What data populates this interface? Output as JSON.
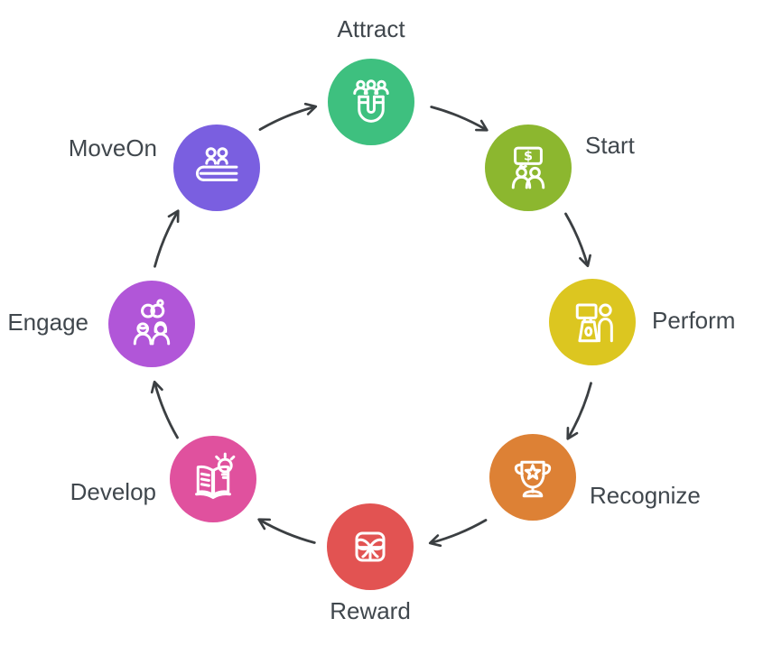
{
  "diagram": {
    "type": "cycle",
    "colors": {
      "background": "#ffffff",
      "arrow": "#3b3f42",
      "label": "#40474d",
      "icon": "#ffffff"
    },
    "nodes": [
      {
        "label": "Attract",
        "color": "#3ec07f",
        "icon": "magnet-audience-icon",
        "position": "top"
      },
      {
        "label": "Start",
        "color": "#8cb72f",
        "icon": "salary-chat-people-icon",
        "position": "top-right"
      },
      {
        "label": "Perform",
        "color": "#dcc620",
        "icon": "workstation-person-icon",
        "position": "right"
      },
      {
        "label": "Recognize",
        "color": "#dd8135",
        "icon": "trophy-star-icon",
        "position": "bottom-right"
      },
      {
        "label": "Reward",
        "color": "#e25352",
        "icon": "gift-box-bow-icon",
        "position": "bottom"
      },
      {
        "label": "Develop",
        "color": "#e0519e",
        "icon": "open-book-lightbulb-icon",
        "position": "bottom-left"
      },
      {
        "label": "Engage",
        "color": "#b156d8",
        "icon": "rings-couple-icon",
        "position": "left"
      },
      {
        "label": "MoveOn",
        "color": "#7a5fe0",
        "icon": "people-exit-belt-icon",
        "position": "top-left"
      }
    ],
    "flow": [
      "Attract",
      "Start",
      "Perform",
      "Recognize",
      "Reward",
      "Develop",
      "Engage",
      "MoveOn",
      "Attract"
    ]
  }
}
